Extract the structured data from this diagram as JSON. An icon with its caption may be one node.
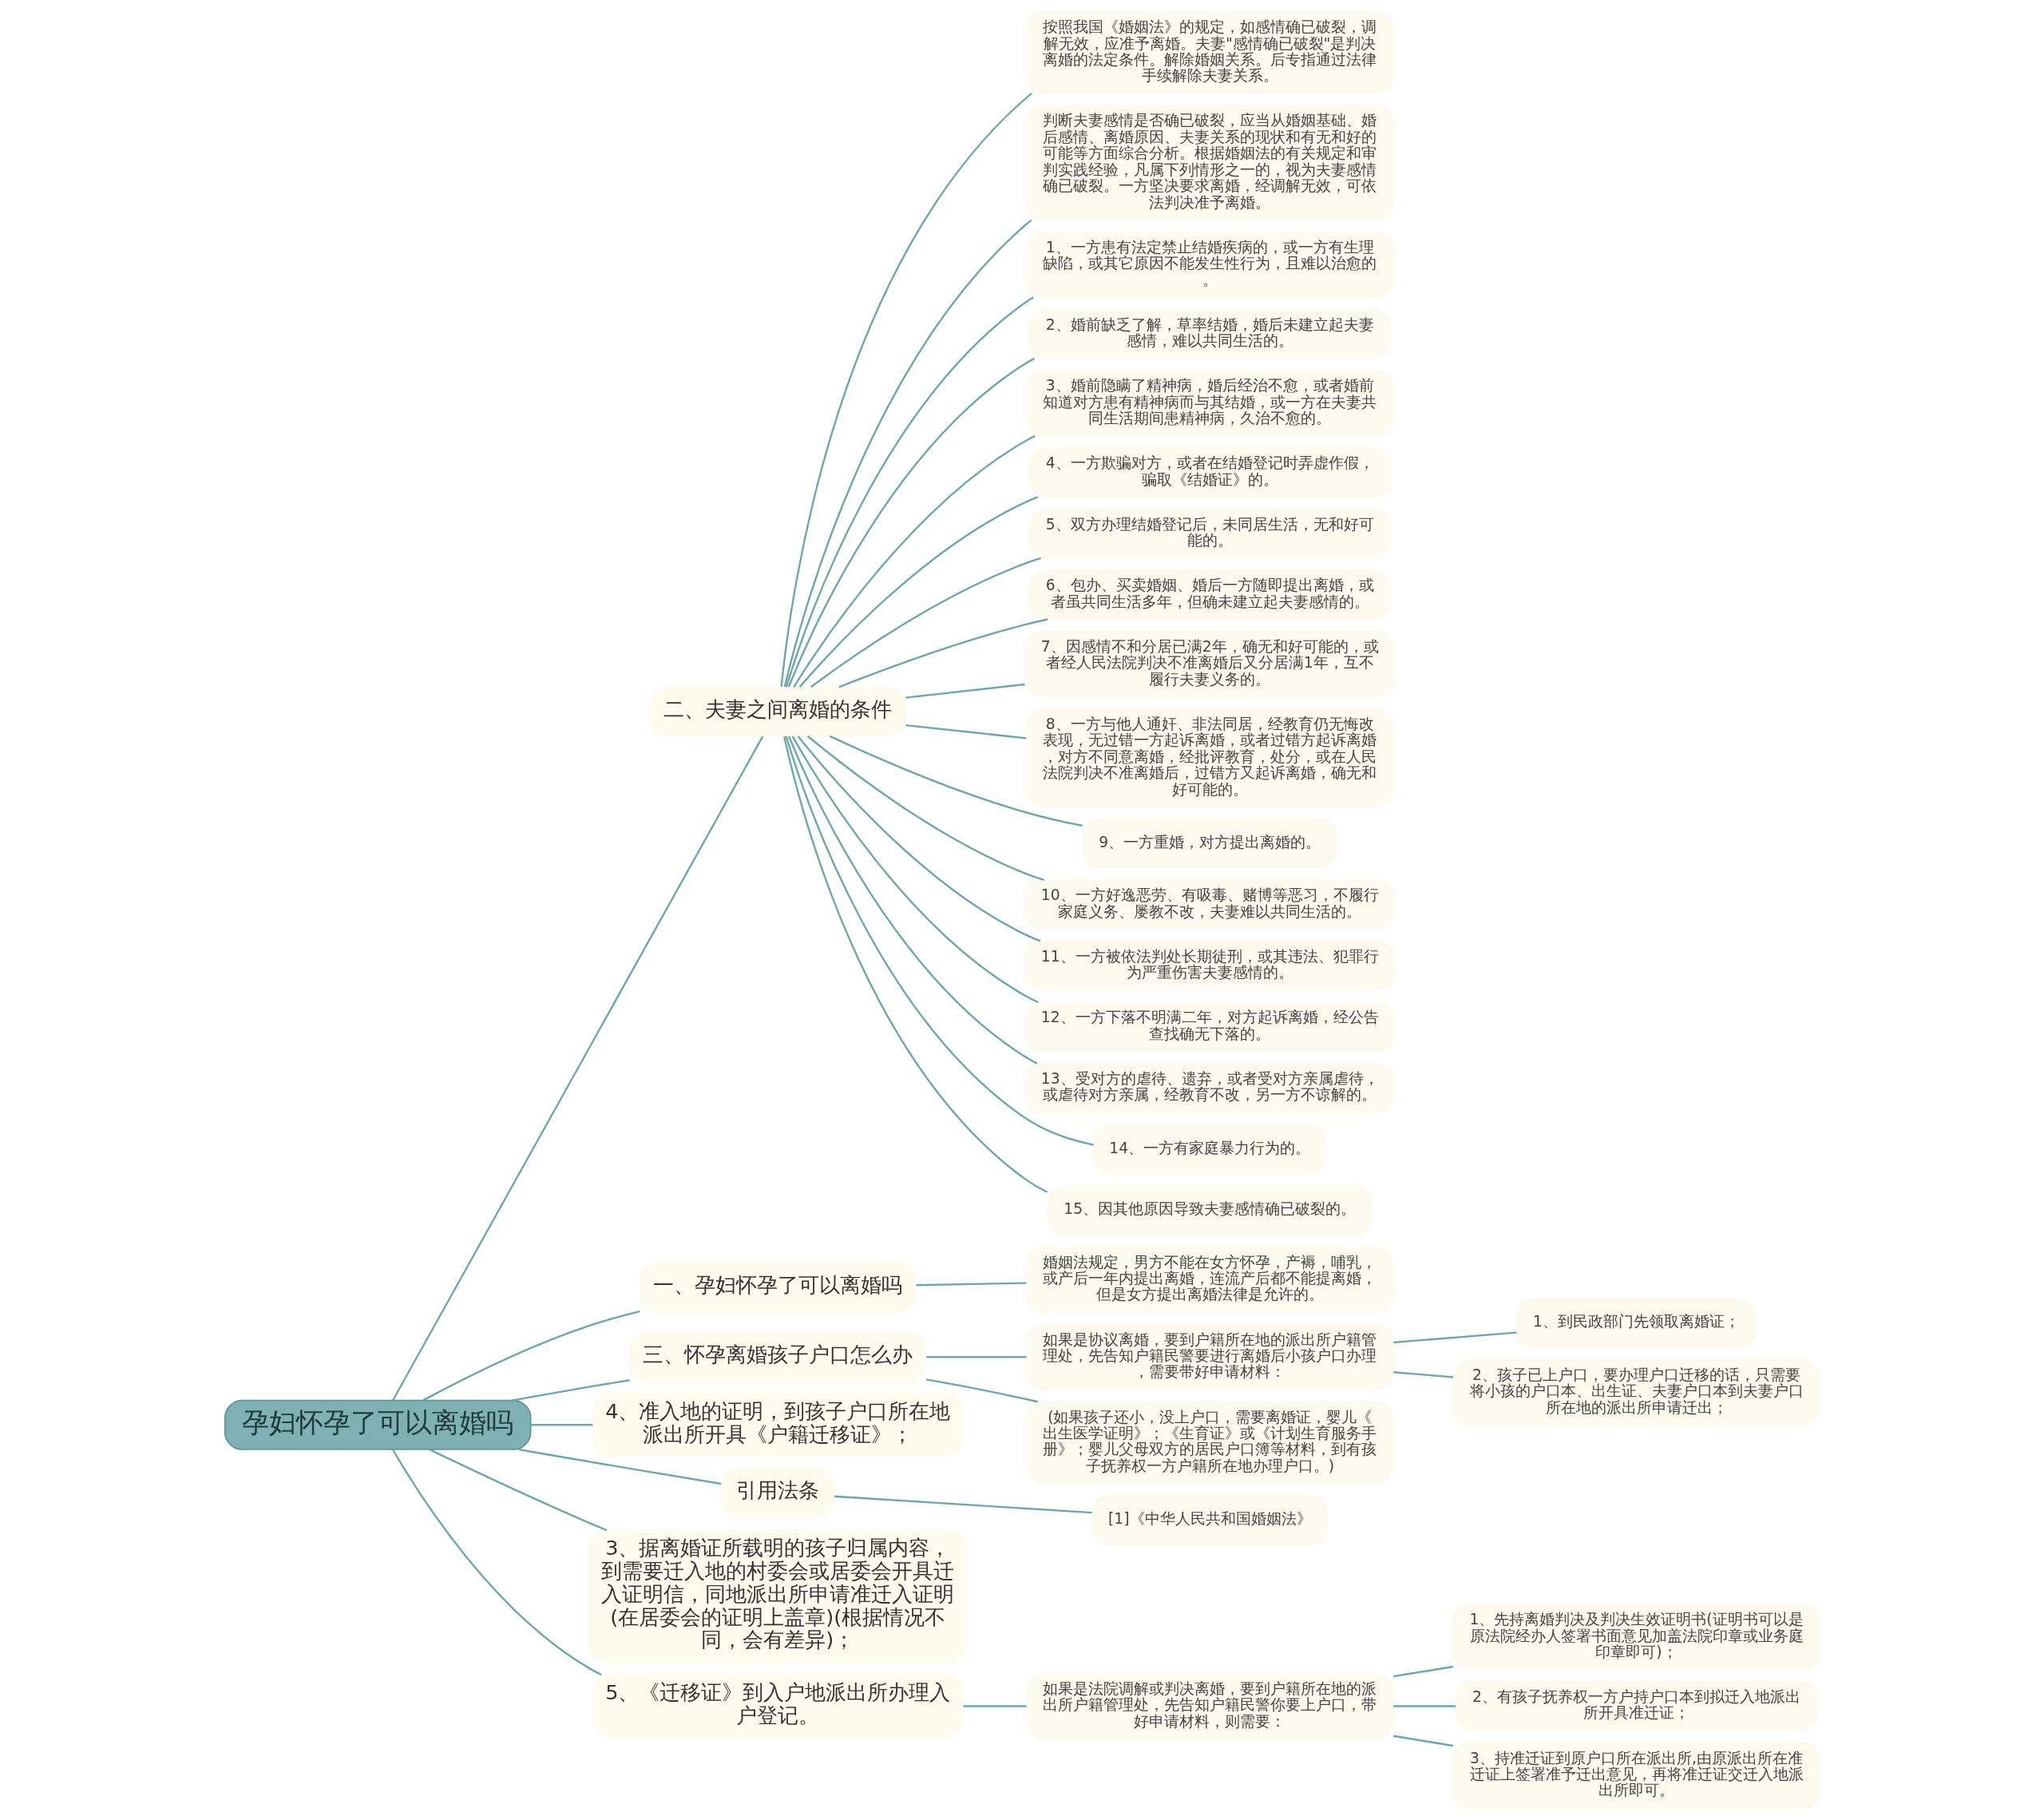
{
  "diagram": {
    "nodes": [
      {
        "text": [
          "孕妇怀孕了可以离婚吗"
        ]
      },
      {
        "text": [
          "二、夫妻之间离婚的条件"
        ]
      },
      {
        "text": [
          "按照我国《婚姻法》的规定，如感情确已破裂，调解无效，应准予离婚。夫妻\"感情确已破裂\"是判决离婚的法定条件。解除婚姻关系。后专指通过法律手续解除夫妻关系。"
        ]
      },
      {
        "text": [
          "判断夫妻感情是否确已破裂，应当从婚姻基础、婚后感情、离婚原因、夫妻关系的现状和有无和好的可能等方面综合分析。根据婚姻法的有关规定和审判实践经验，凡属下列情形之一的，视为夫妻感情确已破裂。一方坚决要求离婚，经调解无效，可依法判决准予离婚。"
        ]
      },
      {
        "text": [
          "1、一方患有法定禁止结婚疾病的，或一方有生理缺陷，或其它原因不能发生性行为，且难以治愈的。"
        ]
      },
      {
        "text": [
          "2、婚前缺乏了解，草率结婚，婚后未建立起夫妻感情，难以共同生活的。"
        ]
      },
      {
        "text": [
          "3、婚前隐瞒了精神病，婚后经治不愈，或者婚前知道对方患有精神病而与其结婚，或一方在夫妻共同生活期间患精神病，久治不愈的。"
        ]
      },
      {
        "text": [
          "4、一方欺骗对方，或者在结婚登记时弄虚作假，骗取《结婚证》的。"
        ]
      },
      {
        "text": [
          "5、双方办理结婚登记后，未同居生活，无和好可能的。"
        ]
      },
      {
        "text": [
          "6、包办、买卖婚姻、婚后一方随即提出离婚，或者虽共同生活多年，但确未建立起夫妻感情的。"
        ]
      },
      {
        "text": [
          "7、因感情不和分居已满2年，确无和好可能的，或者经人民法院判决不准离婚后又分居满1年，互不履行夫妻义务的。"
        ]
      },
      {
        "text": [
          "8、一方与他人通奸、非法同居，经教育仍无悔改表现，无过错一方起诉离婚，或者过错方起诉离婚，对方不同意离婚，经批评教育，处分，或在人民法院判决不准离婚后，过错方又起诉离婚，确无和好可能的。"
        ]
      },
      {
        "text": [
          "9、一方重婚，对方提出离婚的。"
        ]
      },
      {
        "text": [
          "10、一方好逸恶劳、有吸毒、赌博等恶习，不履行家庭义务、屡教不改，夫妻难以共同生活的。"
        ]
      },
      {
        "text": [
          "11、一方被依法判处长期徒刑，或其违法、犯罪行为严重伤害夫妻感情的。"
        ]
      },
      {
        "text": [
          "12、一方下落不明满二年，对方起诉离婚，经公告查找确无下落的。"
        ]
      },
      {
        "text": [
          "13、受对方的虐待、遗弃，或者受对方亲属虐待，或虐待对方亲属，经教育不改，另一方不谅解的。"
        ]
      },
      {
        "text": [
          "14、一方有家庭暴力行为的。"
        ]
      },
      {
        "text": [
          "15、因其他原因导致夫妻感情确已破裂的。"
        ]
      },
      {
        "text": [
          "一、孕妇怀孕了可以离婚吗"
        ]
      },
      {
        "text": [
          "婚姻法规定，男方不能在女方怀孕，产褥，哺乳，或产后一年内提出离婚，连流产后都不能提离婚，但是女方提出离婚法律是允许的。"
        ]
      },
      {
        "text": [
          "三、怀孕离婚孩子户口怎么办"
        ]
      },
      {
        "text": [
          "如果是协议离婚，要到户籍所在地的派出所户籍管理处，先告知户籍民警要进行离婚后小孩户口办理，需要带好申请材料："
        ]
      },
      {
        "text": [
          "1、到民政部门先领取离婚证；"
        ]
      },
      {
        "text": [
          "2、孩子已上户口，要办理户口迁移的话，只需要将小孩的户口本、出生证、夫妻户口本到夫妻户口所在地的派出所申请迁出；"
        ]
      },
      {
        "text": [
          "(如果孩子还小，没上户口，需要离婚证，婴儿《出生医学证明》；《生育证》或《计划生育服务手册》；婴儿父母双方的居民户口簿等材料，到有孩子抚养权一方户籍所在地办理户口。)"
        ]
      },
      {
        "text": [
          "4、准入地的证明，到孩子户口所在地派出所开具《户籍迁移证》；"
        ]
      },
      {
        "text": [
          "引用法条"
        ]
      },
      {
        "text": [
          "[1]《中华人民共和国婚姻法》"
        ]
      },
      {
        "text": [
          "3、据离婚证所载明的孩子归属内容，到需要迁入地的村委会或居委会开具迁入证明信，同地派出所申请准迁入证明(在居委会的证明上盖章)(根据情况不同，会有差异)；"
        ]
      },
      {
        "text": [
          "5、《迁移证》到入户地派出所办理入户登记。"
        ]
      },
      {
        "text": [
          "如果是法院调解或判决离婚，要到户籍所在地的派出所户籍管理处，先告知户籍民警你要上户口，带好申请材料，则需要："
        ]
      },
      {
        "text": [
          "1、先持离婚判决及判决生效证明书(证明书可以是原法院经办人签署书面意见加盖法院印章或业务庭印章即可)；"
        ]
      },
      {
        "text": [
          "2、有孩子抚养权一方户持户口本到拟迁入地派出所开具准迁证；"
        ]
      },
      {
        "text": [
          "3、持准迁证到原户口所在派出所,由原派出所在准迁证上签署准予迁出意见，再将准迁证交迁入地派出所即可。"
        ]
      }
    ],
    "edges": [
      {
        "from": 0,
        "to": 1,
        "arrow": "none"
      },
      {
        "from": 1,
        "to": 2,
        "arrow": "none"
      },
      {
        "from": 1,
        "to": 3,
        "arrow": "none"
      },
      {
        "from": 1,
        "to": 4,
        "arrow": "none"
      },
      {
        "from": 1,
        "to": 5,
        "arrow": "none"
      },
      {
        "from": 1,
        "to": 6,
        "arrow": "none"
      },
      {
        "from": 1,
        "to": 7,
        "arrow": "none"
      },
      {
        "from": 1,
        "to": 8,
        "arrow": "none"
      },
      {
        "from": 1,
        "to": 9,
        "arrow": "none"
      },
      {
        "from": 1,
        "to": 10,
        "arrow": "none"
      },
      {
        "from": 1,
        "to": 11,
        "arrow": "none"
      },
      {
        "from": 1,
        "to": 12,
        "arrow": "none"
      },
      {
        "from": 1,
        "to": 13,
        "arrow": "none"
      },
      {
        "from": 1,
        "to": 14,
        "arrow": "none"
      },
      {
        "from": 1,
        "to": 15,
        "arrow": "none"
      },
      {
        "from": 1,
        "to": 16,
        "arrow": "none"
      },
      {
        "from": 1,
        "to": 17,
        "arrow": "none"
      },
      {
        "from": 1,
        "to": 18,
        "arrow": "none"
      },
      {
        "from": 0,
        "to": 19,
        "arrow": "none"
      },
      {
        "from": 19,
        "to": 20,
        "arrow": "none"
      },
      {
        "from": 0,
        "to": 21,
        "arrow": "none"
      },
      {
        "from": 21,
        "to": 22,
        "arrow": "none"
      },
      {
        "from": 22,
        "to": 23,
        "arrow": "none"
      },
      {
        "from": 22,
        "to": 24,
        "arrow": "none"
      },
      {
        "from": 21,
        "to": 25,
        "arrow": "none"
      },
      {
        "from": 0,
        "to": 26,
        "arrow": "none"
      },
      {
        "from": 0,
        "to": 27,
        "arrow": "none"
      },
      {
        "from": 27,
        "to": 28,
        "arrow": "none"
      },
      {
        "from": 0,
        "to": 29,
        "arrow": "none"
      },
      {
        "from": 0,
        "to": 30,
        "arrow": "none"
      },
      {
        "from": 30,
        "to": 31,
        "arrow": "none"
      },
      {
        "from": 31,
        "to": 32,
        "arrow": "none"
      },
      {
        "from": 31,
        "to": 33,
        "arrow": "none"
      },
      {
        "from": 31,
        "to": 34,
        "arrow": "none"
      }
    ]
  }
}
